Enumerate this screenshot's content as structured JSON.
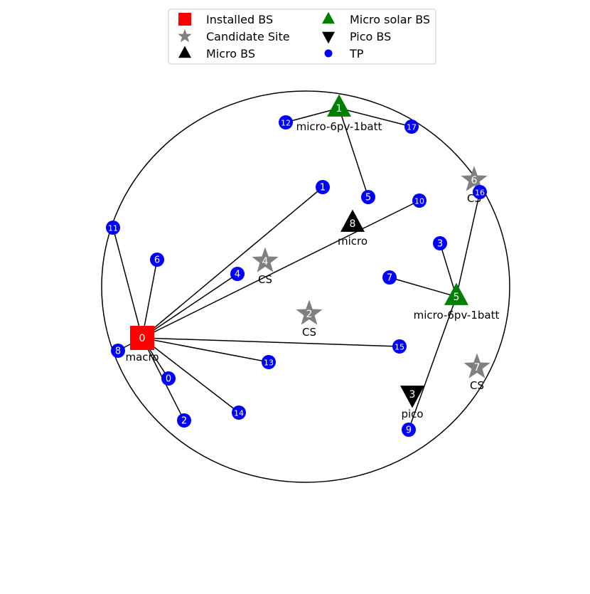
{
  "legend": {
    "items": [
      {
        "label": "Installed BS",
        "icon": "red-square-icon",
        "color": "#ff0000"
      },
      {
        "label": "Candidate Site",
        "icon": "gray-star-icon",
        "color": "#808080"
      },
      {
        "label": "Micro BS",
        "icon": "black-triangle-up-icon",
        "color": "#000000"
      },
      {
        "label": "Micro solar BS",
        "icon": "green-triangle-up-icon",
        "color": "#008000"
      },
      {
        "label": "Pico BS",
        "icon": "black-triangle-down-icon",
        "color": "#000000"
      },
      {
        "label": "TP",
        "icon": "blue-dot-icon",
        "color": "#0000ff"
      }
    ]
  },
  "stations": [
    {
      "key": "bs-0",
      "kind": "installed",
      "id": "0",
      "label": "macro",
      "color": "#ff0000"
    },
    {
      "key": "bs-1",
      "kind": "micro-solar",
      "id": "1",
      "label": "micro-6pv-1batt",
      "color": "#008000"
    },
    {
      "key": "bs-2",
      "kind": "candidate",
      "id": "2",
      "label": "CS",
      "color": "#808080"
    },
    {
      "key": "bs-3",
      "kind": "pico",
      "id": "3",
      "label": "pico",
      "color": "#000000"
    },
    {
      "key": "bs-4",
      "kind": "candidate",
      "id": "4",
      "label": "CS",
      "color": "#808080"
    },
    {
      "key": "bs-5",
      "kind": "micro-solar",
      "id": "5",
      "label": "micro-6pv-1batt",
      "color": "#008000"
    },
    {
      "key": "bs-6",
      "kind": "candidate",
      "id": "6",
      "label": "CS",
      "color": "#808080"
    },
    {
      "key": "bs-7",
      "kind": "candidate",
      "id": "7",
      "label": "CS",
      "color": "#808080"
    },
    {
      "key": "bs-8",
      "kind": "micro",
      "id": "8",
      "label": "micro",
      "color": "#000000"
    }
  ],
  "test_points": [
    {
      "key": "tp-0",
      "id": "0",
      "color": "#0000ff"
    },
    {
      "key": "tp-1",
      "id": "1",
      "color": "#0000ff"
    },
    {
      "key": "tp-2",
      "id": "2",
      "color": "#0000ff"
    },
    {
      "key": "tp-3",
      "id": "3",
      "color": "#0000ff"
    },
    {
      "key": "tp-4",
      "id": "4",
      "color": "#0000ff"
    },
    {
      "key": "tp-5",
      "id": "5",
      "color": "#0000ff"
    },
    {
      "key": "tp-6",
      "id": "6",
      "color": "#0000ff"
    },
    {
      "key": "tp-7",
      "id": "7",
      "color": "#0000ff"
    },
    {
      "key": "tp-8",
      "id": "8",
      "color": "#0000ff"
    },
    {
      "key": "tp-9",
      "id": "9",
      "color": "#0000ff"
    },
    {
      "key": "tp-10",
      "id": "10",
      "color": "#0000ff"
    },
    {
      "key": "tp-11",
      "id": "11",
      "color": "#0000ff"
    },
    {
      "key": "tp-12",
      "id": "12",
      "color": "#0000ff"
    },
    {
      "key": "tp-13",
      "id": "13",
      "color": "#0000ff"
    },
    {
      "key": "tp-14",
      "id": "14",
      "color": "#0000ff"
    },
    {
      "key": "tp-15",
      "id": "15",
      "color": "#0000ff"
    },
    {
      "key": "tp-16",
      "id": "16",
      "color": "#0000ff"
    },
    {
      "key": "tp-17",
      "id": "17",
      "color": "#0000ff"
    }
  ],
  "links": [
    {
      "from": "bs-0",
      "to": "tp-0"
    },
    {
      "from": "bs-0",
      "to": "tp-1"
    },
    {
      "from": "bs-0",
      "to": "tp-2"
    },
    {
      "from": "bs-0",
      "to": "tp-4"
    },
    {
      "from": "bs-0",
      "to": "tp-6"
    },
    {
      "from": "bs-0",
      "to": "tp-8"
    },
    {
      "from": "bs-0",
      "to": "tp-10"
    },
    {
      "from": "bs-0",
      "to": "tp-11"
    },
    {
      "from": "bs-0",
      "to": "tp-13"
    },
    {
      "from": "bs-0",
      "to": "tp-14"
    },
    {
      "from": "bs-0",
      "to": "tp-15"
    },
    {
      "from": "bs-1",
      "to": "tp-5"
    },
    {
      "from": "bs-1",
      "to": "tp-12"
    },
    {
      "from": "bs-1",
      "to": "tp-17"
    },
    {
      "from": "bs-5",
      "to": "tp-3"
    },
    {
      "from": "bs-5",
      "to": "tp-7"
    },
    {
      "from": "bs-5",
      "to": "tp-9"
    },
    {
      "from": "bs-5",
      "to": "tp-16"
    }
  ]
}
